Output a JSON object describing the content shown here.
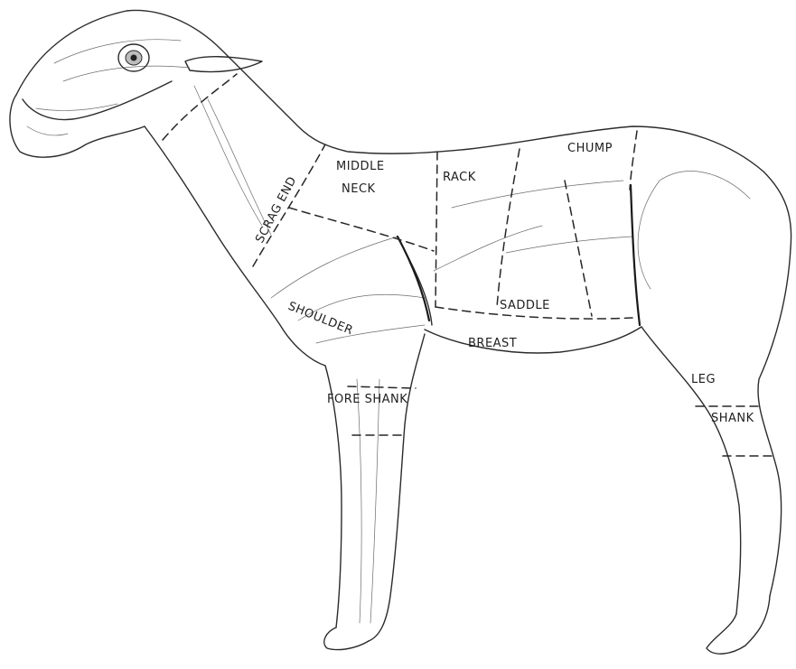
{
  "labels": {
    "middle": "MIDDLE",
    "neck": "NECK",
    "scrag_end": "SCRAG END",
    "rack": "RACK",
    "chump": "CHUMP",
    "saddle": "SADDLE",
    "breast": "BREAST",
    "shoulder": "SHOULDER",
    "fore_shank": "FORE SHANK",
    "leg": "LEG",
    "shank": "SHANK"
  },
  "colors": {
    "ink": "#2b2b2b",
    "paper": "#ffffff"
  }
}
